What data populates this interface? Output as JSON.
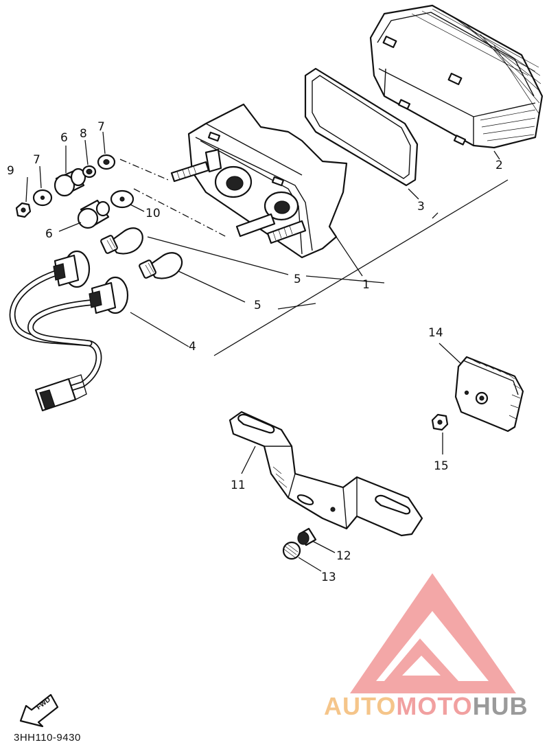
{
  "callouts": [
    {
      "id": "1",
      "text": "1"
    },
    {
      "id": "2",
      "text": "2"
    },
    {
      "id": "3",
      "text": "3"
    },
    {
      "id": "4",
      "text": "4"
    },
    {
      "id": "5a",
      "text": "5"
    },
    {
      "id": "5b",
      "text": "5"
    },
    {
      "id": "6a",
      "text": "6"
    },
    {
      "id": "6b",
      "text": "6"
    },
    {
      "id": "7a",
      "text": "7"
    },
    {
      "id": "7b",
      "text": "7"
    },
    {
      "id": "8",
      "text": "8"
    },
    {
      "id": "9",
      "text": "9"
    },
    {
      "id": "10",
      "text": "10"
    },
    {
      "id": "11",
      "text": "11"
    },
    {
      "id": "12",
      "text": "12"
    },
    {
      "id": "13",
      "text": "13"
    },
    {
      "id": "14",
      "text": "14"
    },
    {
      "id": "15",
      "text": "15"
    }
  ],
  "fwd_label": "FWD",
  "diagram_code": "3HH110-9430",
  "watermark": {
    "part1": "AUTO",
    "part2": "MOTO",
    "part3": "HUB"
  },
  "colors": {
    "watermark_red": "#f08a8a",
    "watermark_orange": "#f5c58a",
    "watermark_grey": "#9a9a9a",
    "line": "#111111"
  }
}
